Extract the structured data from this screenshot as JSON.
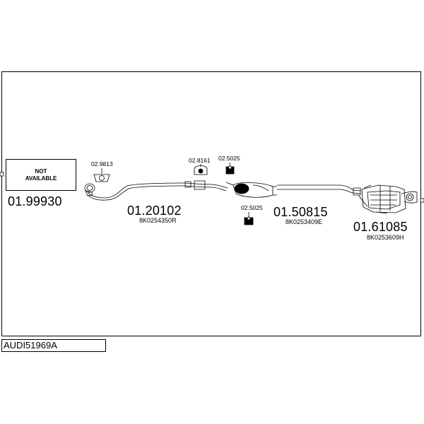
{
  "diagram": {
    "reference_code": "AUDI51969A",
    "not_available": [
      "NOT",
      "AVAILABLE"
    ],
    "parts": [
      {
        "number": "01.99930",
        "oem": ""
      },
      {
        "number": "01.20102",
        "oem": "8K0254350R"
      },
      {
        "number": "01.50815",
        "oem": "8K0253409E"
      },
      {
        "number": "01.61085",
        "oem": "8K0253609H"
      }
    ],
    "accessories": [
      {
        "number": "02.9813"
      },
      {
        "number": "02.8161"
      },
      {
        "number": "02.5025"
      },
      {
        "number": "02.5025"
      }
    ]
  }
}
